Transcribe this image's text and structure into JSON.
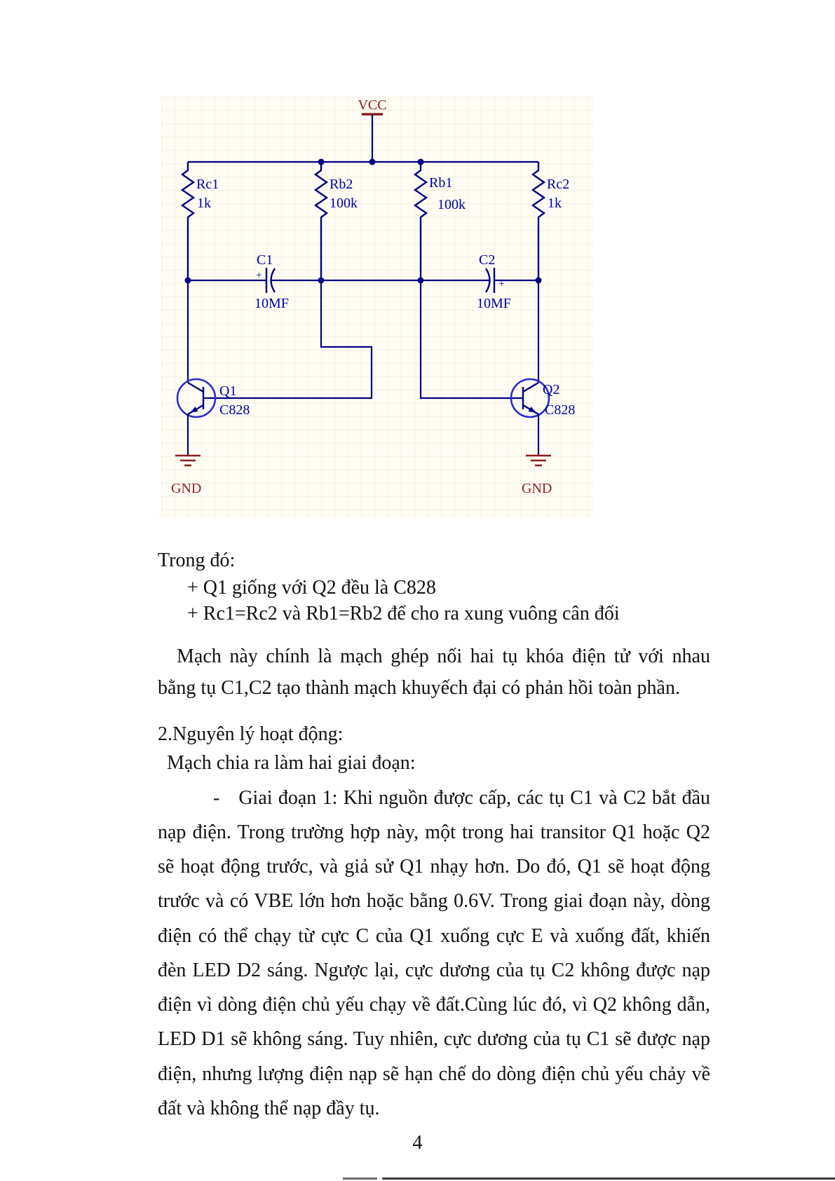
{
  "page": {
    "number": "4"
  },
  "schematic": {
    "colors": {
      "wire": "#000082",
      "power": "#8b2020",
      "background": "#fefcf3",
      "grid": "#e9e5d5"
    },
    "power": {
      "vcc": "VCC",
      "gnd_left": "GND",
      "gnd_right": "GND"
    },
    "resistors": [
      {
        "name": "Rc1",
        "value": "1k"
      },
      {
        "name": "Rb2",
        "value": "100k"
      },
      {
        "name": "Rb1",
        "value": "100k"
      },
      {
        "name": "Rc2",
        "value": "1k"
      }
    ],
    "capacitors": [
      {
        "name": "C1",
        "value": "10MF",
        "polarity": "+"
      },
      {
        "name": "C2",
        "value": "10MF",
        "polarity": "+"
      }
    ],
    "transistors": [
      {
        "name": "Q1",
        "part": "C828"
      },
      {
        "name": "Q2",
        "part": "C828"
      }
    ]
  },
  "content": {
    "where_heading": "Trong đó:",
    "bullets": [
      "+ Q1 giống với Q2 đều là C828",
      "+ Rc1=Rc2 và Rb1=Rb2 để cho ra xung vuông cân đối"
    ],
    "coupling_paragraph": "Mạch này chính là mạch ghép nối hai tụ khóa điện tử với nhau bằng tụ C1,C2 tạo thành mạch khuyếch đại có phản hồi toàn phần.",
    "section_heading": "2.Nguyên lý hoạt động:",
    "section_intro": "Mạch chia ra làm hai giai đoạn:",
    "stage1": {
      "marker": "-",
      "text": "Giai đoạn 1: Khi nguồn được cấp, các tụ C1 và C2 bắt đầu nạp điện. Trong trường hợp này, một trong hai transitor Q1 hoặc Q2 sẽ hoạt động trước, và giả sử Q1 nhạy hơn. Do đó, Q1 sẽ hoạt động trước và có VBE lớn hơn hoặc bằng 0.6V. Trong giai đoạn này, dòng điện có thể chạy từ cực C của Q1 xuống cực E và xuống đất, khiến đèn LED D2 sáng. Ngược lại, cực dương của tụ C2 không được nạp điện vì dòng điện chủ yếu chạy về đất.Cùng lúc đó, vì Q2 không dẫn, LED D1 sẽ không sáng. Tuy nhiên, cực dương của tụ C1 sẽ được nạp điện, nhưng lượng điện nạp sẽ hạn chế do dòng điện chủ yếu chảy về đất và không thể nạp đầy tụ."
    }
  }
}
